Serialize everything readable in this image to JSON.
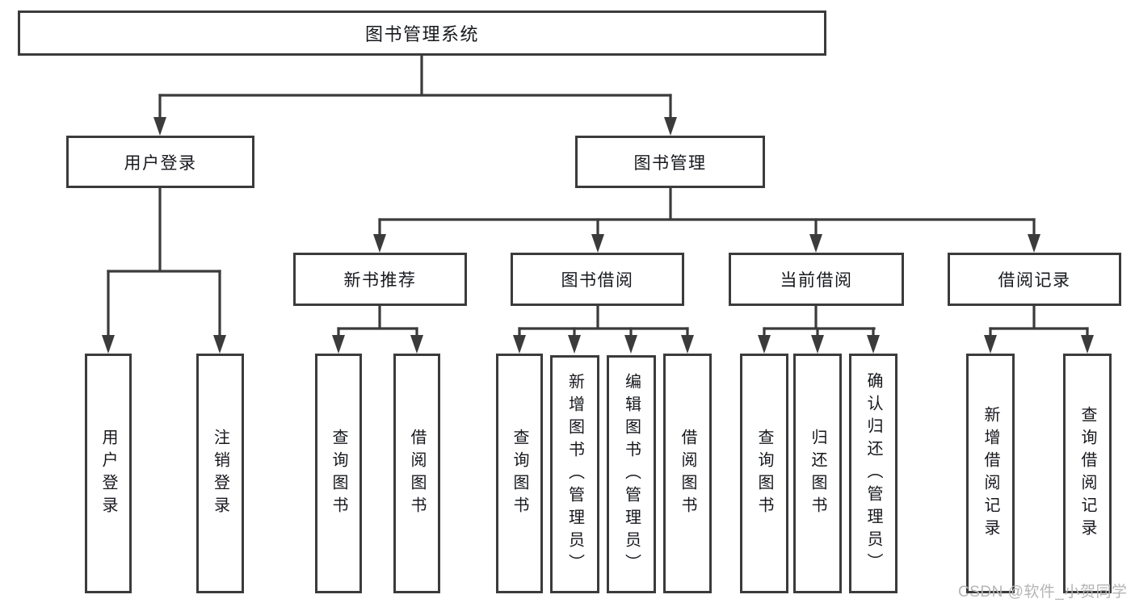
{
  "diagram": {
    "root": {
      "label": "图书管理系统"
    },
    "branches": [
      {
        "label": "用户登录",
        "children": [
          "用户登录",
          "注销登录"
        ]
      },
      {
        "label": "图书管理",
        "children": [
          {
            "label": "新书推荐",
            "children": [
              "查询图书",
              "借阅图书"
            ]
          },
          {
            "label": "图书借阅",
            "children": [
              "查询图书",
              "新增图书（管理员）",
              "编辑图书（管理员）",
              "借阅图书"
            ]
          },
          {
            "label": "当前借阅",
            "children": [
              "查询图书",
              "归还图书",
              "确认归还（管理员）"
            ]
          },
          {
            "label": "借阅记录",
            "children": [
              "新增借阅记录",
              "查询借阅记录"
            ]
          }
        ]
      }
    ]
  },
  "watermark": {
    "text": "CSDN @软件_小贺同学"
  },
  "colors": {
    "line": "#3b3b3b",
    "node_border": "#3b3b3b",
    "text": "#16181d",
    "watermark": "#b5b5b5",
    "background": "#ffffff"
  }
}
